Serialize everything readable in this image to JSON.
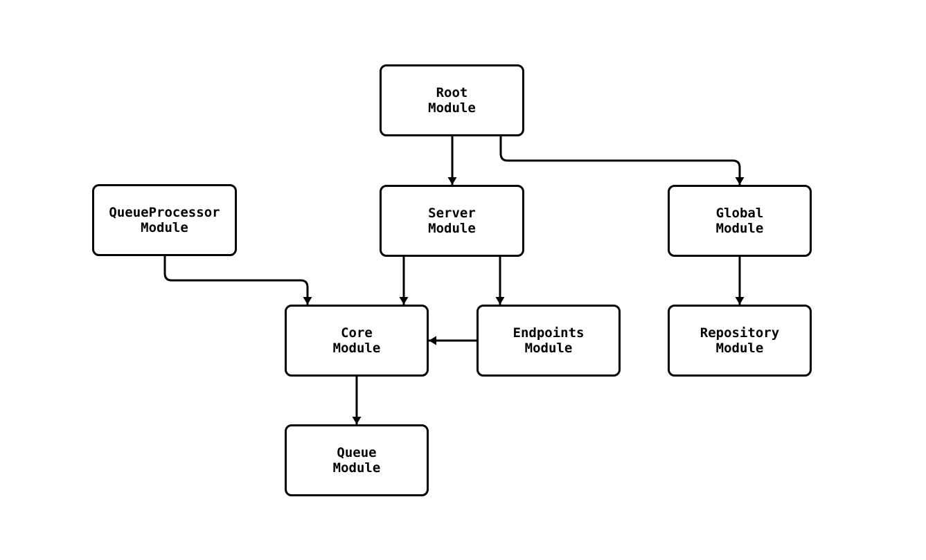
{
  "diagram": {
    "type": "module-dependency-flowchart",
    "nodes": [
      {
        "id": "root",
        "label": "Root\nModule"
      },
      {
        "id": "queue-processor",
        "label": "QueueProcessor\nModule"
      },
      {
        "id": "server",
        "label": "Server\nModule"
      },
      {
        "id": "global",
        "label": "Global\nModule"
      },
      {
        "id": "core",
        "label": "Core\nModule"
      },
      {
        "id": "endpoints",
        "label": "Endpoints\nModule"
      },
      {
        "id": "repository",
        "label": "Repository\nModule"
      },
      {
        "id": "queue",
        "label": "Queue\nModule"
      }
    ],
    "edges": [
      {
        "from": "root",
        "to": "server"
      },
      {
        "from": "root",
        "to": "global"
      },
      {
        "from": "queue-processor",
        "to": "core"
      },
      {
        "from": "server",
        "to": "core"
      },
      {
        "from": "server",
        "to": "endpoints"
      },
      {
        "from": "endpoints",
        "to": "core"
      },
      {
        "from": "global",
        "to": "repository"
      },
      {
        "from": "core",
        "to": "queue"
      }
    ],
    "colors": {
      "background": "#ffffff",
      "node_fill": "#ffffff",
      "node_border": "#000000",
      "edge_line": "#000000",
      "arrowhead": "#000000",
      "text": "#000000"
    }
  }
}
